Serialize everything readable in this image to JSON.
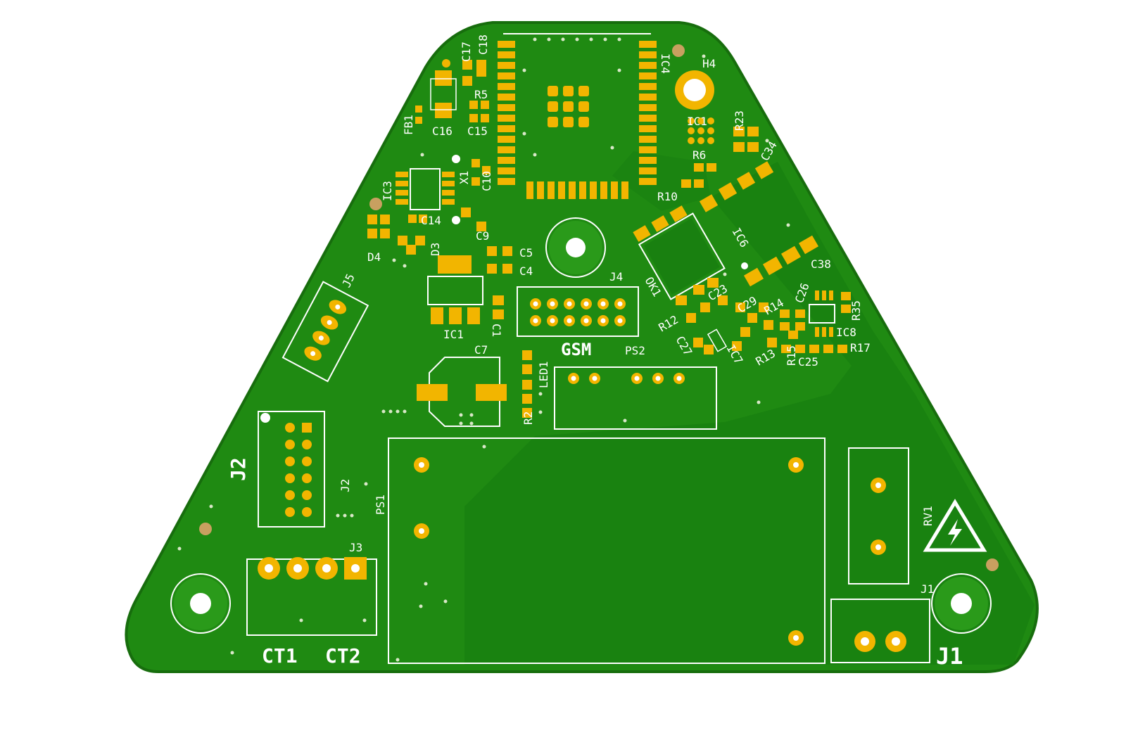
{
  "board": {
    "colors": {
      "background": "#ffffff",
      "soldermask": "#1f8a12",
      "soldermask_dark": "#17700d",
      "copper_pour": "#2a9a1a",
      "pad": "#f2b500",
      "silkscreen": "#ffffff"
    }
  },
  "labels": {
    "c17": "C17",
    "c18": "C18",
    "h4": "H4",
    "ic4": "IC4",
    "r5": "R5",
    "fb1": "FB1",
    "c16": "C16",
    "c15": "C15",
    "ic3": "IC3",
    "x1": "X1",
    "c10": "C10",
    "c14": "C14",
    "c9": "C9",
    "d4": "D4",
    "d3": "D3",
    "c5": "C5",
    "c4": "C4",
    "ic1": "IC1",
    "c1": "C1",
    "j4": "J4",
    "gsm": "GSM",
    "ps2": "PS2",
    "c7": "C7",
    "led1": "LED1",
    "r2": "R2",
    "j5": "J5",
    "j2_large": "J2",
    "j2_small": "J2",
    "ps1": "PS1",
    "j3": "J3",
    "ct1": "CT1",
    "ct2": "CT2",
    "ic1b": "IC1",
    "r6": "R6",
    "r23": "R23",
    "c34": "C34",
    "r10": "R10",
    "ic6": "IC6",
    "ok1": "OK1",
    "c23": "C23",
    "r12": "R12",
    "c29": "C29",
    "r14": "R14",
    "c26": "C26",
    "c38": "C38",
    "r35": "R35",
    "ic8": "IC8",
    "r17": "R17",
    "c27": "C27",
    "ic7": "IC7",
    "r13": "R13",
    "r15": "R15",
    "c25": "C25",
    "rv1": "RV1",
    "j1_small": "J1",
    "j1_large": "J1"
  },
  "icons": {
    "hv_warning": "high-voltage-warning-icon"
  }
}
